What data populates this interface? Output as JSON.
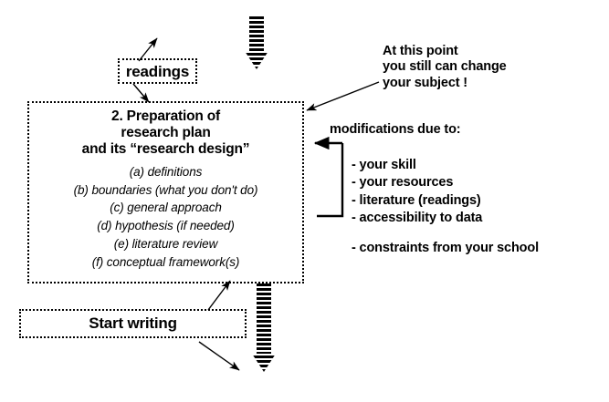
{
  "diagram": {
    "title": "Preparation of research plan flow diagram",
    "background_color": "#ffffff",
    "line_color": "#000000"
  },
  "readings_box": {
    "label": "readings"
  },
  "main_box": {
    "title_lines": [
      "2. Preparation of",
      "research plan",
      "and its “research design”"
    ],
    "items": [
      "(a) definitions",
      "(b) boundaries (what you don't do)",
      "(c) general approach",
      "(d) hypothesis (if needed)",
      "(e) literature review",
      "(f) conceptual framework(s)"
    ]
  },
  "start_box": {
    "label": "Start writing"
  },
  "notes": {
    "top_right_lines": [
      "At this point",
      "you still can change",
      "your subject !"
    ],
    "modifications_heading": "modifications due to:",
    "modifications_items": [
      "- your skill",
      "- your resources",
      "- literature (readings)",
      "- accessibility to data"
    ],
    "modifications_extra": "- constraints from your school"
  },
  "arrows": {
    "top_striped_arrow": "striped-down-arrow-top",
    "bottom_striped_arrow": "striped-down-arrow-bottom",
    "readings_in_arrow": "arrow-into-readings",
    "readings_out_arrow": "arrow-readings-to-main-box",
    "note_arrow": "arrow-note-to-main-box",
    "bracket_arrow": "bracket-arrow-modifications",
    "start_up_arrow": "arrow-up-to-main-box",
    "start_down_arrow": "arrow-down-from-start-box"
  }
}
